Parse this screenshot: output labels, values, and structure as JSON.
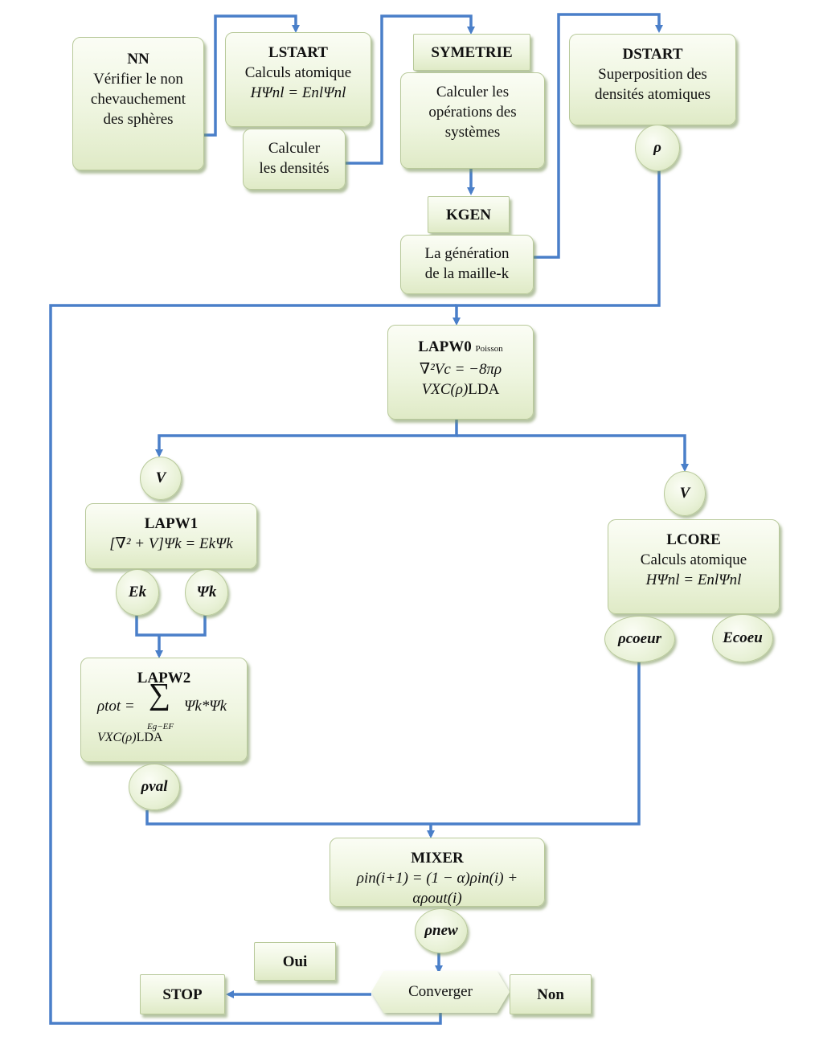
{
  "nn": {
    "title": "NN",
    "lines": [
      "Vérifier le non",
      "chevauchement",
      "des sphères"
    ]
  },
  "lstart": {
    "title": "LSTART",
    "line": "Calculs atomique",
    "eq": "HΨnl = EnlΨnl"
  },
  "calc_dens": {
    "lines": [
      "Calculer",
      "les densités"
    ]
  },
  "symetrie": {
    "title": "SYMETRIE",
    "lines": [
      "Calculer les",
      "opérations des",
      "systèmes"
    ]
  },
  "dstart": {
    "title": "DSTART",
    "lines": [
      "Superposition des",
      "densités atomiques"
    ],
    "rho": "ρ"
  },
  "kgen": {
    "title": "KGEN",
    "lines": [
      "La génération",
      "de la maille-k"
    ]
  },
  "lapw0": {
    "title": "LAPW0",
    "tag": "Poisson",
    "eq1": "∇²Vc = −8πρ",
    "eq2": "VXC(ρ)",
    "eq2_suffix": "LDA"
  },
  "v_left": "V",
  "v_right": "V",
  "lapw1": {
    "title": "LAPW1",
    "eq": "[∇² + V]Ψk = EkΨk"
  },
  "ek": "Ek",
  "psik": "Ψk",
  "lcore": {
    "title": "LCORE",
    "line": "Calculs atomique",
    "eq": "HΨnl = EnlΨnl"
  },
  "rho_coeur": "ρcoeur",
  "e_coeu": "Ecoeu",
  "lapw2": {
    "title": "LAPW2",
    "eq_left": "ρtot =",
    "sum": "∑",
    "sum_range": "Eg−EF",
    "eq_right": "Ψk*Ψk",
    "eq2": "VXC(ρ)",
    "eq2_suffix": "LDA"
  },
  "rho_val": "ρval",
  "mixer": {
    "title": "MIXER",
    "eq": "ρin(i+1) = (1 − α)ρin(i) + αρout(i)"
  },
  "rho_new": "ρnew",
  "converger": "Converger",
  "oui": "Oui",
  "non": "Non",
  "stop": "STOP",
  "colors": {
    "wire": "#4a7fc9",
    "box_edge": "#b8c99a",
    "box_fill": "#eef5df"
  }
}
